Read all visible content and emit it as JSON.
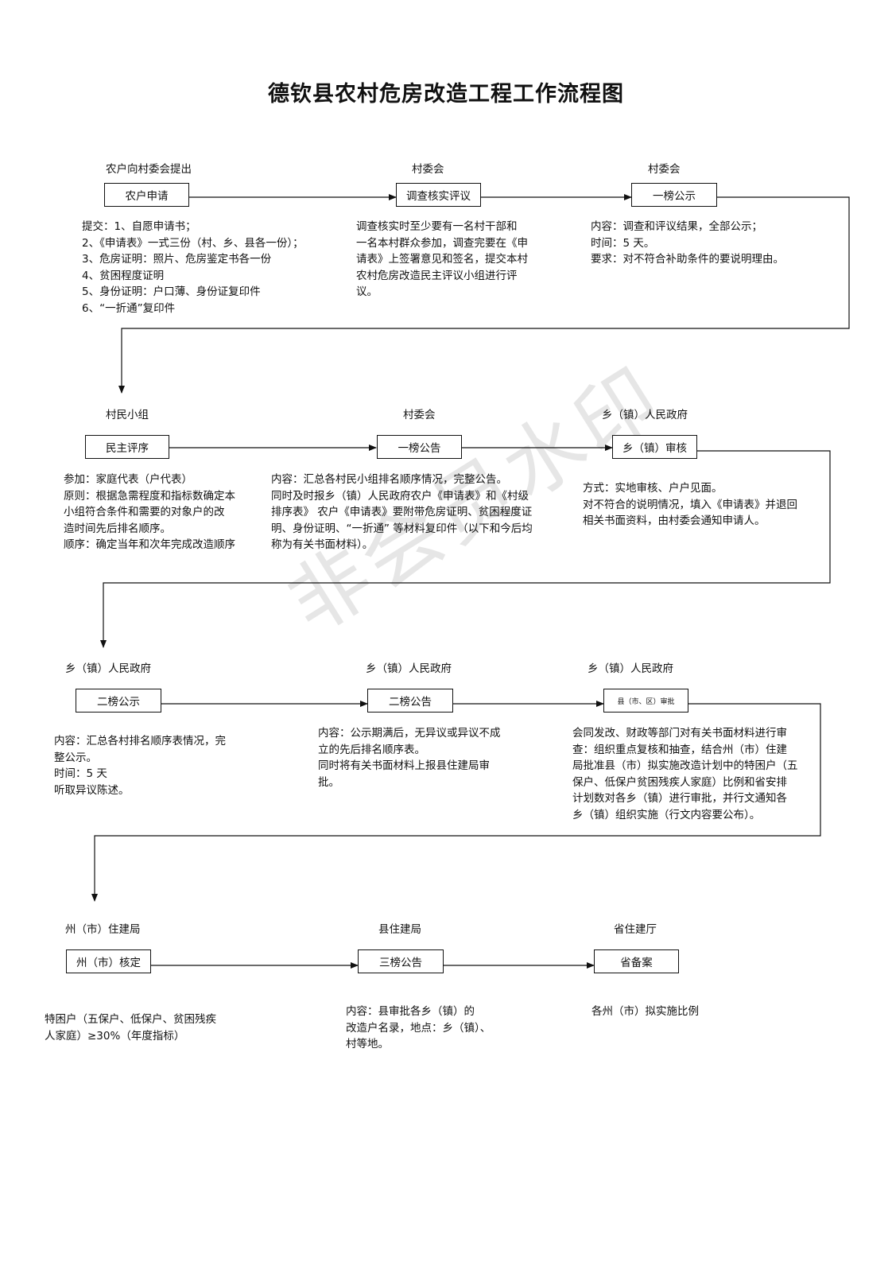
{
  "title": "德钦县农村危房改造工程工作流程图",
  "watermark": "非会员水印",
  "rows": [
    {
      "steps": [
        {
          "label": "农户向村委会提出",
          "box": "农户申请",
          "desc": [
            "提交：1、自愿申请书；",
            "2、《申请表》一式三份（村、乡、县各一份）；",
            "3、危房证明：照片、危房鉴定书各一份",
            "4、贫困程度证明",
            "5、身份证明：户口薄、身份证复印件",
            "6、“一折通”复印件"
          ]
        },
        {
          "label": "村委会",
          "box": "调查核实评议",
          "desc": [
            "调查核实时至少要有一名村干部和",
            "一名本村群众参加，调查完要在《申",
            "请表》上签署意见和签名，提交本村",
            "农村危房改造民主评议小组进行评",
            "议。"
          ]
        },
        {
          "label": "村委会",
          "box": "一榜公示",
          "desc": [
            "内容：调查和评议结果，全部公示；",
            "时间：5 天。",
            "要求：对不符合补助条件的要说明理由。"
          ]
        }
      ]
    },
    {
      "steps": [
        {
          "label": "村民小组",
          "box": "民主评序",
          "desc": [
            "参加：家庭代表（户代表）",
            "原则：根据急需程度和指标数确定本",
            "小组符合条件和需要的对象户的改",
            "造时间先后排名顺序。",
            "顺序：确定当年和次年完成改造顺序"
          ]
        },
        {
          "label": "村委会",
          "box": "一榜公告",
          "desc": [
            "内容：汇总各村民小组排名顺序情况，完整公告。",
            "同时及时报乡（镇）人民政府农户《申请表》和《村级",
            "排序表》 农户《申请表》要附带危房证明、贫困程度证",
            "明、身份证明、“一折通” 等材料复印件（以下和今后均",
            "称为有关书面材料）。"
          ]
        },
        {
          "label": "乡（镇）人民政府",
          "box": "乡（镇）审核",
          "desc": [
            "方式：实地审核、户户见面。",
            "对不符合的说明情况，填入《申请表》并退回",
            "相关书面资料，由村委会通知申请人。"
          ]
        }
      ]
    },
    {
      "steps": [
        {
          "label": "乡（镇）人民政府",
          "box": "二榜公示",
          "desc": [
            "内容：汇总各村排名顺序表情况，完",
            "整公示。",
            "时间：5 天",
            "听取异议陈述。"
          ]
        },
        {
          "label": "乡（镇）人民政府",
          "box": "二榜公告",
          "desc": [
            "内容：公示期满后，无异议或异议不成",
            "立的先后排名顺序表。",
            "同时将有关书面材料上报县住建局审",
            "批。"
          ]
        },
        {
          "label": "乡（镇）人民政府",
          "box": "县（市、区）审批",
          "desc": [
            "会同发改、财政等部门对有关书面材料进行审",
            "查：组织重点复核和抽查，结合州（市）住建",
            "局批准县（市）拟实施改造计划中的特困户（五",
            "保户、低保户贫困残疾人家庭）比例和省安排",
            "计划数对各乡（镇）进行审批，并行文通知各",
            "乡（镇）组织实施（行文内容要公布）。"
          ]
        }
      ]
    },
    {
      "steps": [
        {
          "label": "州（市）住建局",
          "box": "州（市）核定",
          "desc": [
            "特困户（五保户、低保户、贫困残疾",
            "人家庭）≥30%（年度指标）"
          ]
        },
        {
          "label": "县住建局",
          "box": "三榜公告",
          "desc": [
            "内容：县审批各乡（镇）的",
            "改造户名录，地点：乡（镇）、",
            "村等地。"
          ]
        },
        {
          "label": "省住建厅",
          "box": "省备案",
          "desc": [
            "各州（市）拟实施比例"
          ]
        }
      ]
    }
  ]
}
